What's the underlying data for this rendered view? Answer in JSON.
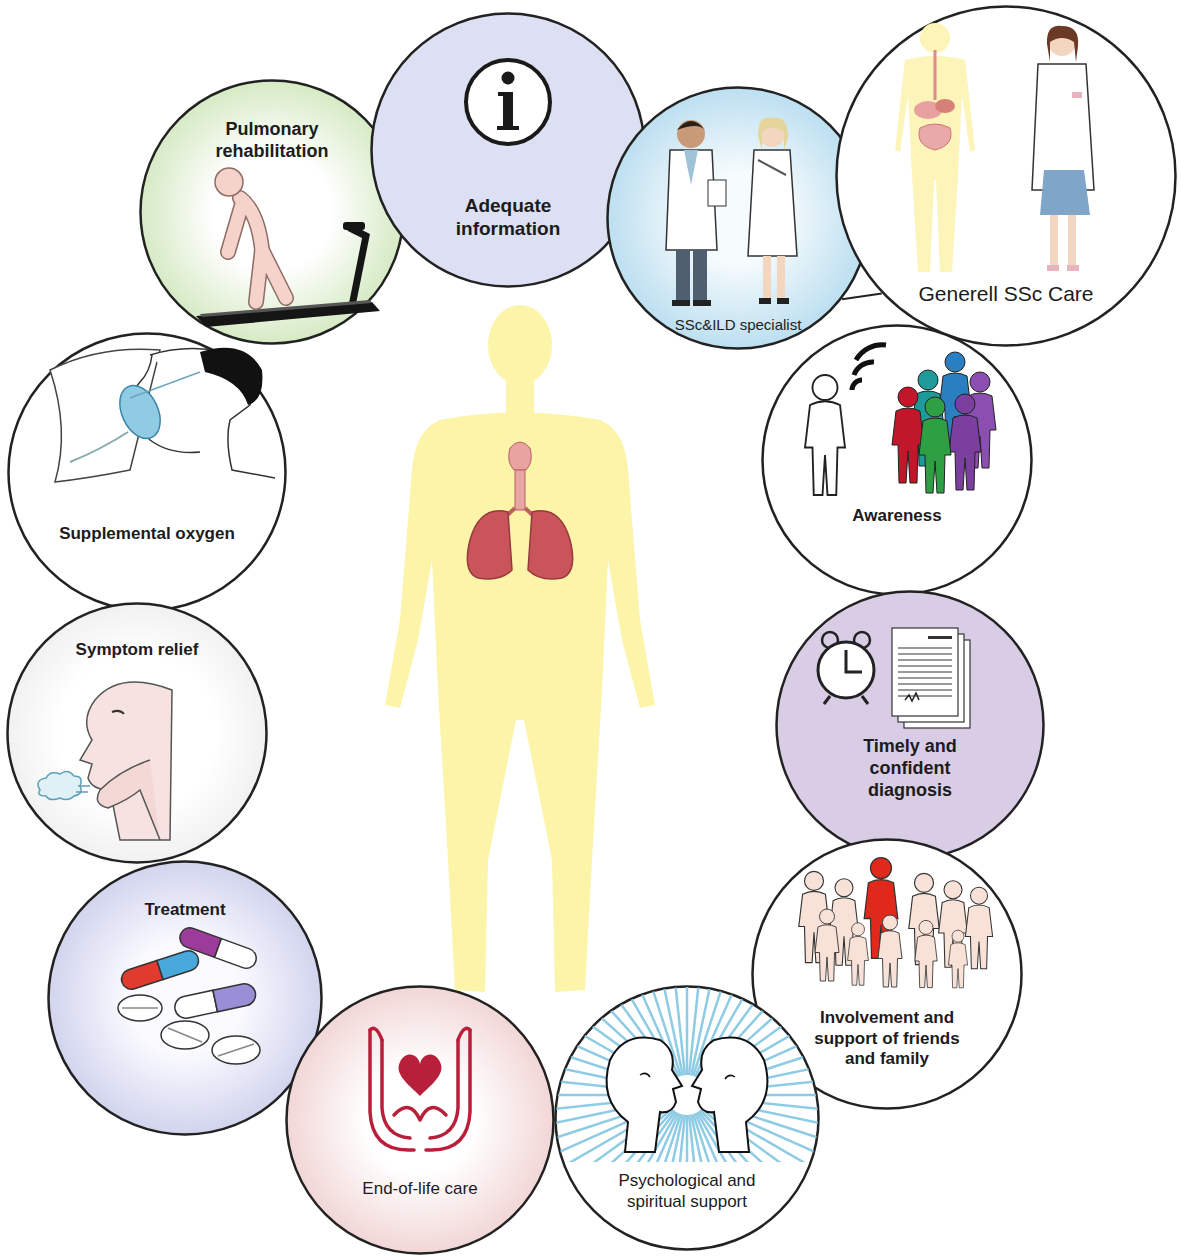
{
  "diagram": {
    "nodes": [
      {
        "text": [
          "Pulmonary rehabilitation"
        ]
      },
      {
        "text": [
          "Adequate information"
        ]
      },
      {
        "text": [
          "SSc&ILD specialist"
        ]
      },
      {
        "text": [
          "Generell SSc Care"
        ]
      },
      {
        "text": [
          "Supplemental oxygen"
        ]
      },
      {
        "text": [
          "Awareness"
        ]
      },
      {
        "text": [
          "Symptom relief"
        ]
      },
      {
        "text": [
          "Timely and confident diagnosis"
        ]
      },
      {
        "text": [
          "Treatment"
        ]
      },
      {
        "text": [
          "Involvement and support of friends and family"
        ]
      },
      {
        "text": [
          "End-of-life care"
        ]
      },
      {
        "text": [
          "Psychological and spiritual support"
        ]
      }
    ],
    "edges": [
      {
        "from": 2,
        "to": 3,
        "arrow": "none"
      }
    ]
  }
}
